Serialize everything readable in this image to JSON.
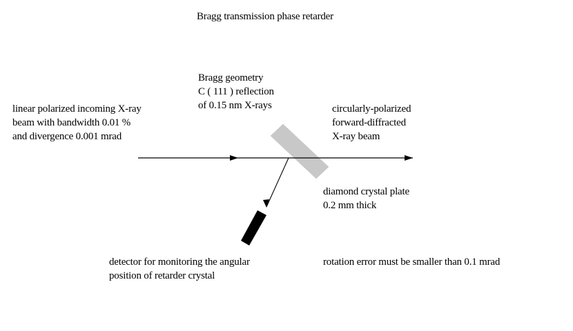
{
  "title": "Bragg transmission phase retarder",
  "incoming_beam": {
    "lines": [
      "linear polarized incoming X-ray",
      "beam with bandwidth 0.01 %",
      "and divergence 0.001 mrad"
    ]
  },
  "bragg_geometry": {
    "lines": [
      "Bragg geometry",
      "C ( 111 ) reflection",
      "of 0.15 nm X-rays"
    ]
  },
  "output_beam": {
    "lines": [
      "circularly-polarized",
      "forward-diffracted",
      "X-ray beam"
    ]
  },
  "crystal": {
    "lines": [
      "diamond crystal plate",
      "0.2 mm thick"
    ],
    "color": "#c8c8c8"
  },
  "detector": {
    "lines": [
      "detector for monitoring the angular",
      "position of retarder crystal"
    ],
    "color": "#000000"
  },
  "rotation_note": "rotation error must be smaller than 0.1 mrad"
}
